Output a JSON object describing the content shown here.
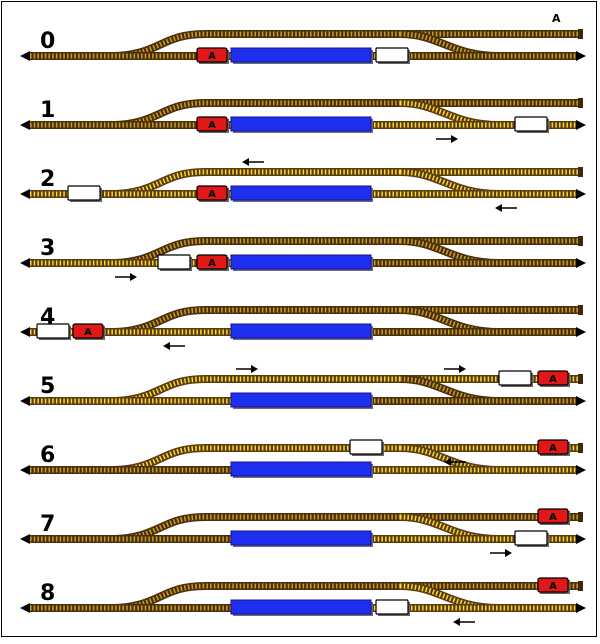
{
  "corner_label": "A",
  "car_label": "A",
  "colors": {
    "track": "#5b3a14",
    "tie": "#c8a020",
    "active_track": "#f2d21e",
    "platform": "#1f2ff0",
    "locomotive": "#e01818",
    "wagon": "#ffffff",
    "arrow": "#000000"
  },
  "steps": [
    {
      "number": "0",
      "loco": "main-left-of-platform",
      "wagon": "main-right-of-platform",
      "active": [],
      "arrows": []
    },
    {
      "number": "1",
      "loco": "main-left-of-platform",
      "wagon": "main-right-end",
      "active": [
        "main-right"
      ],
      "arrows": [
        "right-below-main"
      ]
    },
    {
      "number": "2",
      "loco": "main-left-of-platform",
      "wagon": "main-left-end",
      "active": [
        "main-right",
        "siding",
        "main-left"
      ],
      "arrows": [
        "left-above-siding",
        "left-below-main"
      ]
    },
    {
      "number": "3",
      "loco": "main-left-of-platform",
      "wagon": "coupled-to-loco",
      "active": [
        "main-left"
      ],
      "arrows": [
        "right-below-main"
      ]
    },
    {
      "number": "4",
      "loco": "main-left-end",
      "wagon": "main-left-end",
      "active": [
        "main-left"
      ],
      "arrows": [
        "left-below-main"
      ]
    },
    {
      "number": "5",
      "loco": "siding-right-end",
      "wagon": "siding-right-end",
      "active": [
        "main-left",
        "siding"
      ],
      "arrows": [
        "right-above-siding",
        "right-above-siding"
      ]
    },
    {
      "number": "6",
      "loco": "siding-right-end",
      "wagon": "siding-right-of-platform",
      "active": [
        "siding",
        "main-right"
      ],
      "arrows": [
        "left-below-siding"
      ]
    },
    {
      "number": "7",
      "loco": "siding-right-end",
      "wagon": "main-right-end",
      "active": [
        "main-right"
      ],
      "arrows": [
        "right-below-main"
      ]
    },
    {
      "number": "8",
      "loco": "siding-right-end",
      "wagon": "main-right-of-platform",
      "active": [
        "main-right"
      ],
      "arrows": [
        "left-below-main"
      ]
    }
  ]
}
